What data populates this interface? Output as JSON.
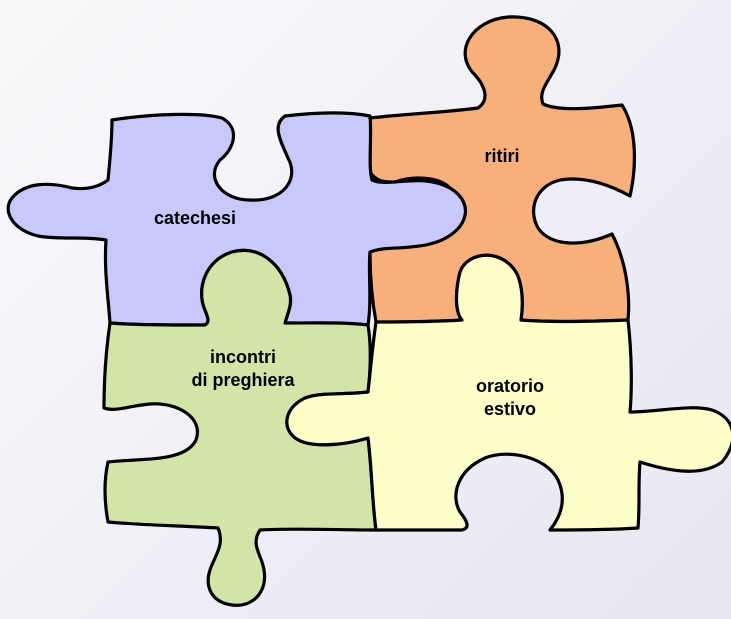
{
  "pieces": {
    "catechesi": {
      "lines": [
        "catechesi"
      ],
      "color": "#c8c8fa"
    },
    "ritiri": {
      "lines": [
        "ritiri"
      ],
      "color": "#f8b07a"
    },
    "preghiera": {
      "lines": [
        "incontri",
        "di preghiera"
      ],
      "color": "#d2e4a6"
    },
    "oratorio": {
      "lines": [
        "oratorio",
        "estivo"
      ],
      "color": "#fefec8"
    }
  }
}
